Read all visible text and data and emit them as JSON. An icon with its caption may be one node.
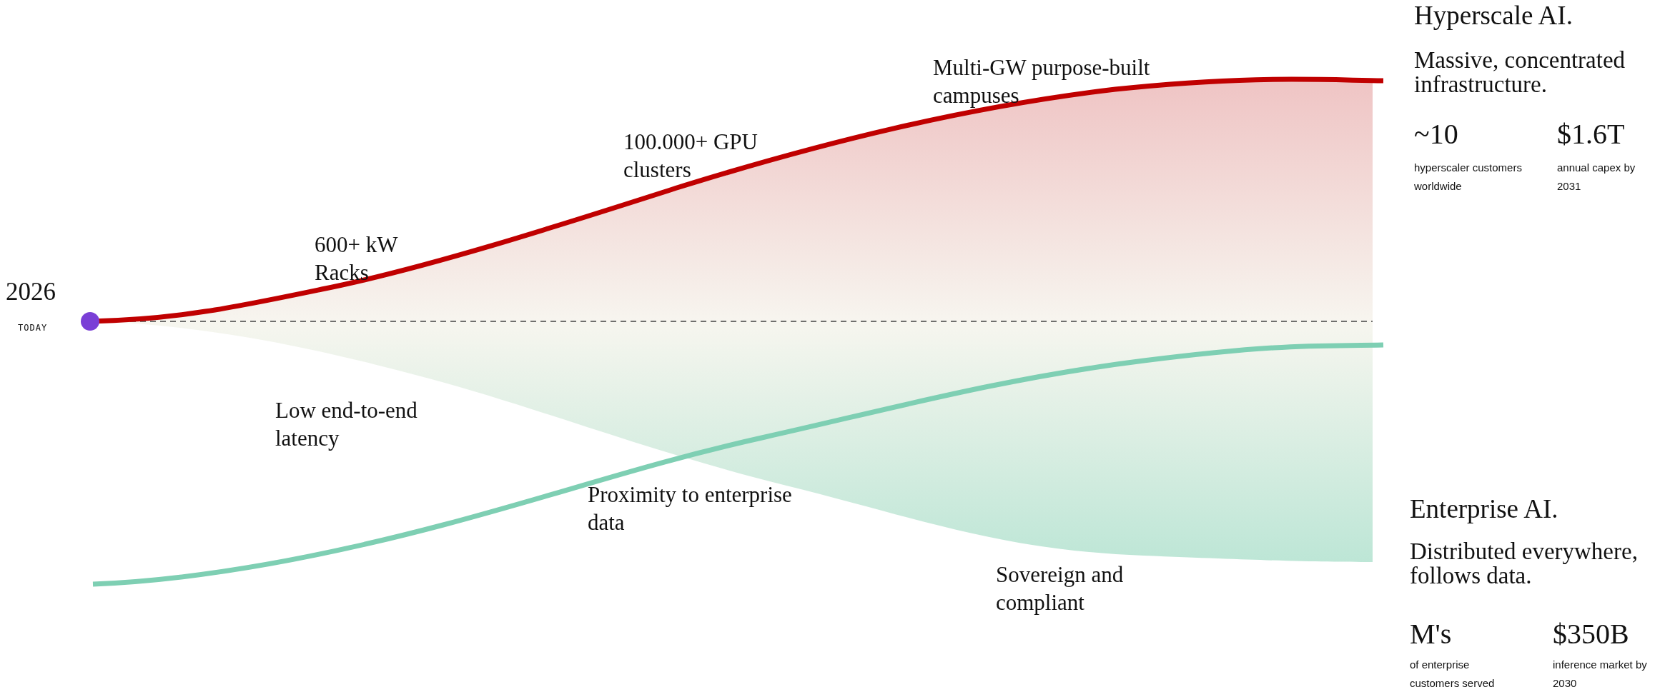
{
  "diagram": {
    "labels": [
      "Multi-GW purpose-built campuses",
      "Hyperscale AI.",
      "Massive, concentrated infrastructure.",
      "~10",
      "$1.6T",
      "hyperscaler customers worldwide",
      "annual capex by 2031",
      "100.000+ GPU clusters",
      "600+ kW Racks",
      "2026",
      "TODAY",
      "Low end-to-end latency",
      "Proximity to enterprise data",
      "Enterprise AI.",
      "Distributed everywhere, follows data.",
      "Sovereign and compliant",
      "M's",
      "$350B",
      "of enterprise customers served",
      "inference market by 2030"
    ]
  }
}
